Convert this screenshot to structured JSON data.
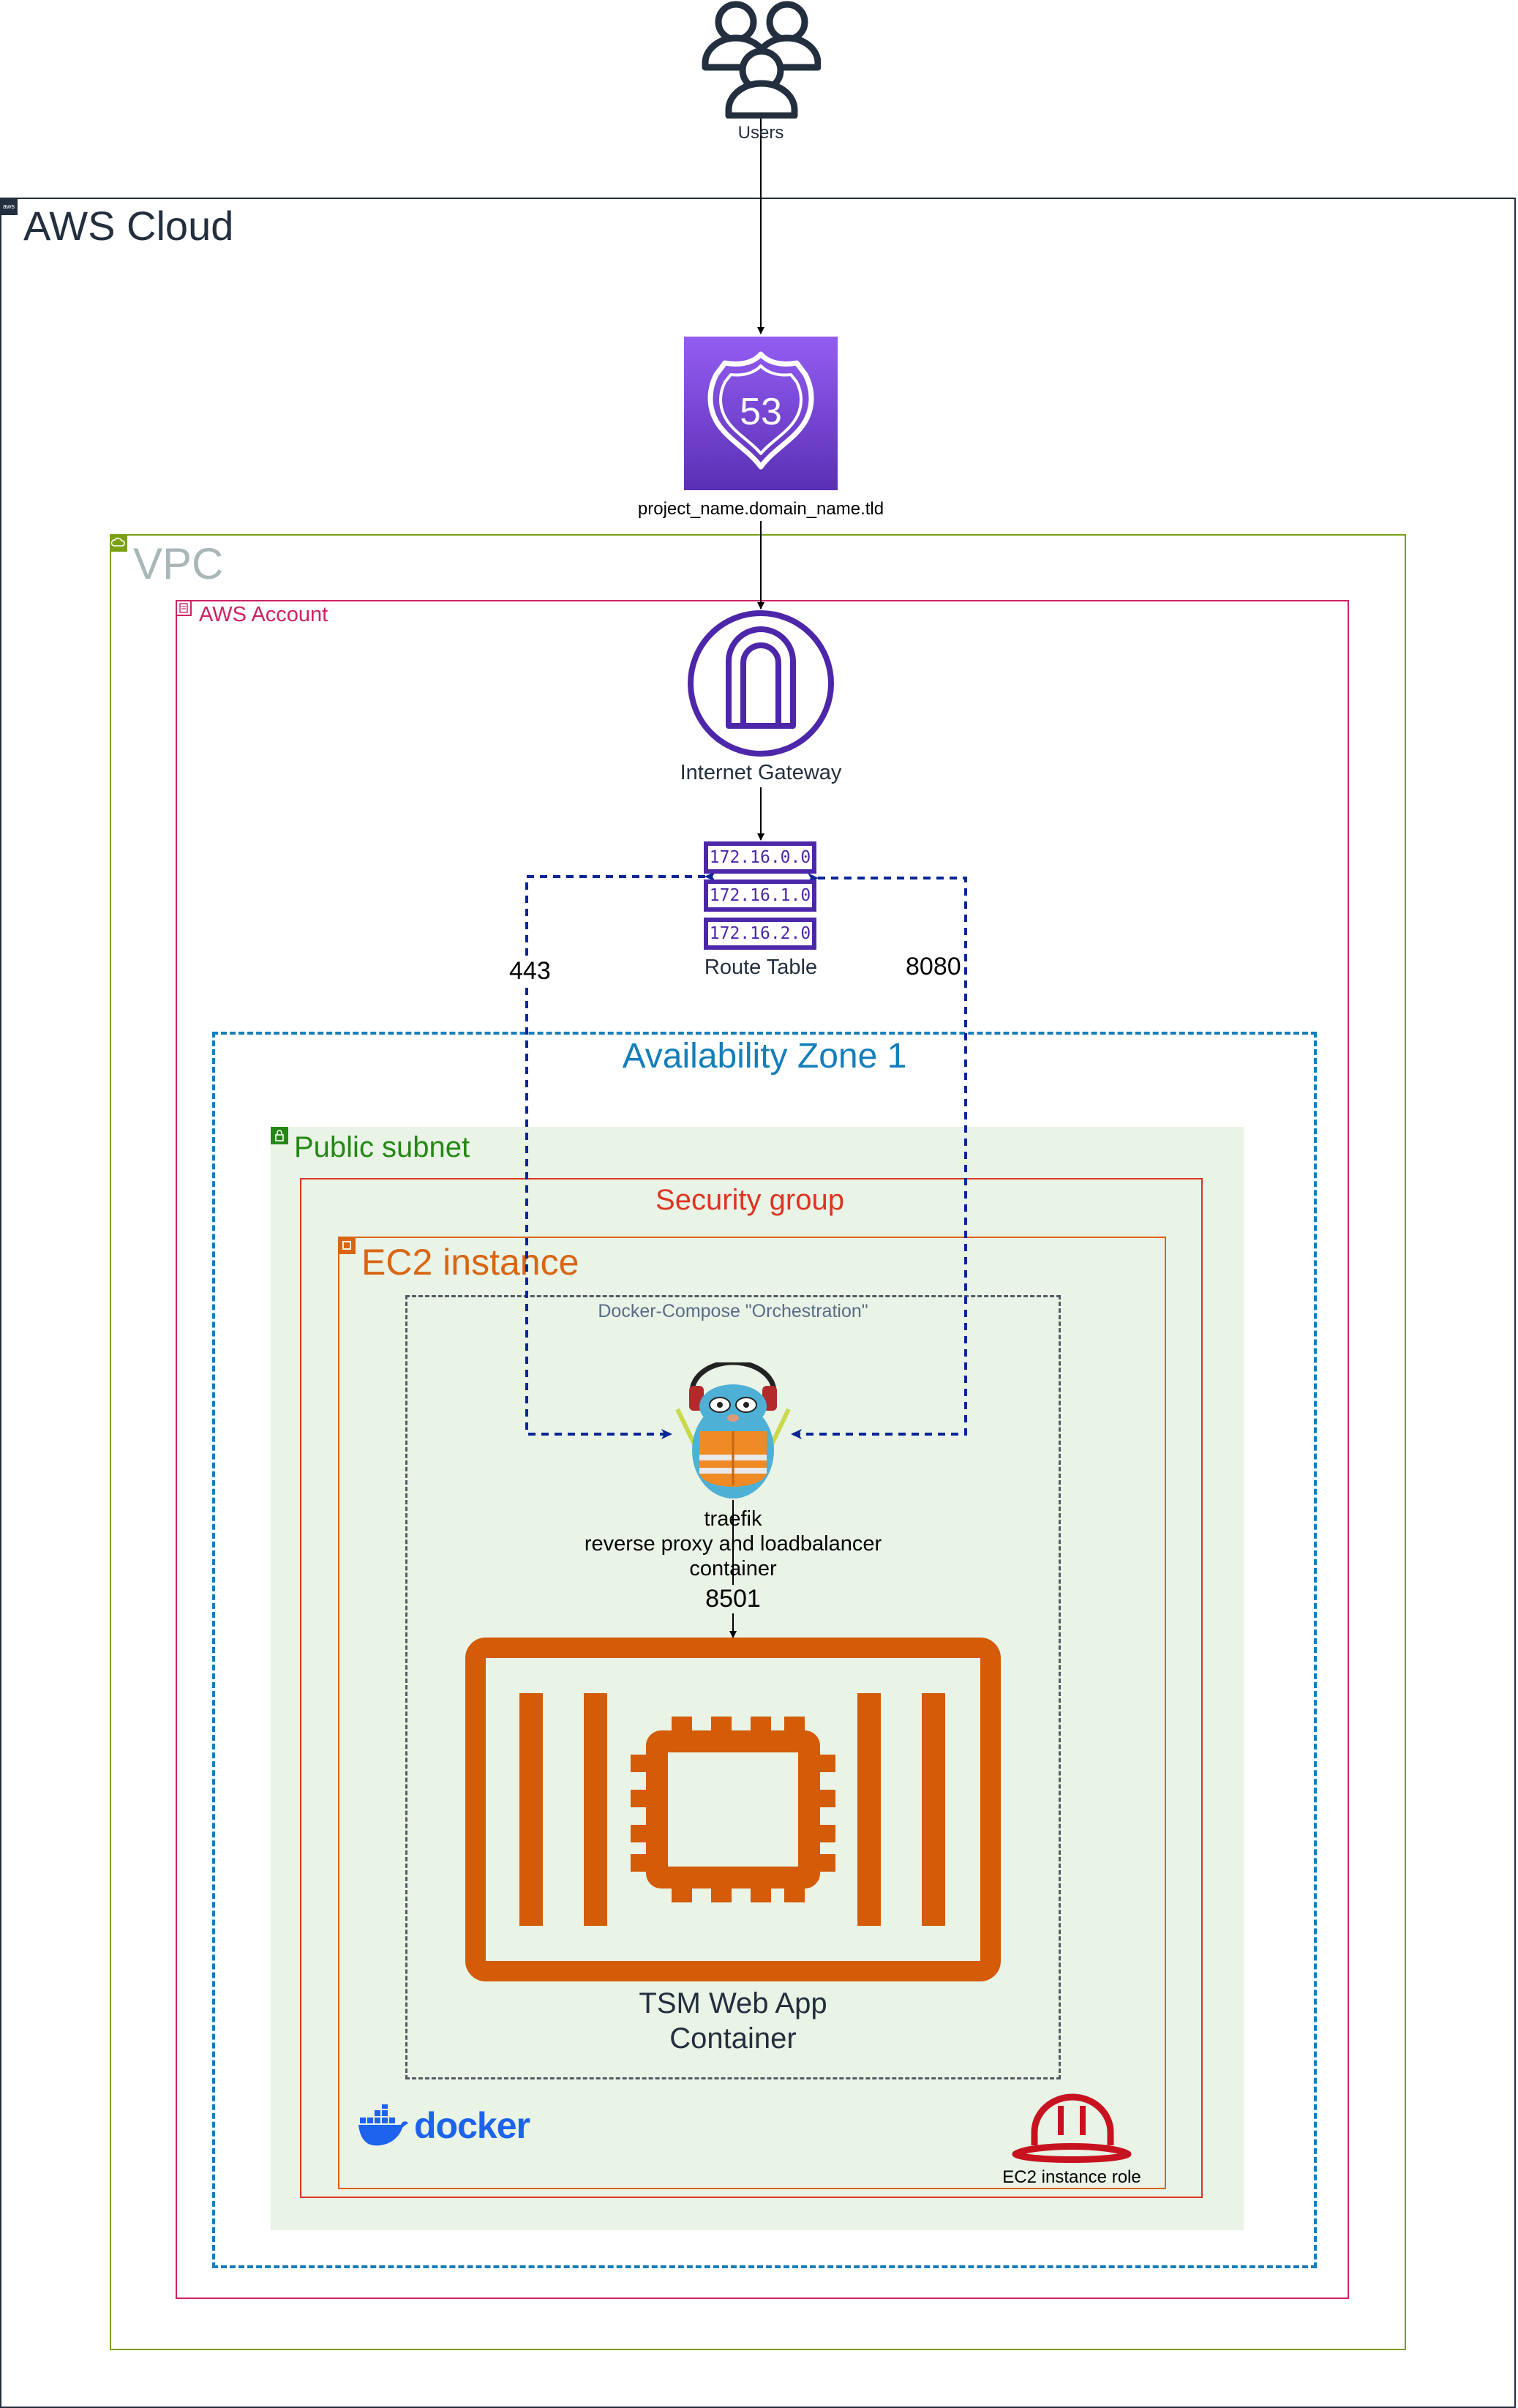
{
  "users": {
    "label": "Users",
    "icon": "users-icon"
  },
  "aws_cloud": {
    "label": "AWS Cloud",
    "icon": "aws-logo-icon"
  },
  "route53": {
    "label": "project_name.domain_name.tld",
    "icon": "route-53-icon",
    "badge": "53",
    "color": "#8c4fff"
  },
  "vpc": {
    "label": "VPC",
    "icon": "vpc-cloud-icon",
    "color": "#7aa116"
  },
  "aws_account": {
    "label": "AWS Account",
    "icon": "account-icon",
    "color": "#cd2264"
  },
  "internet_gateway": {
    "label": "Internet Gateway",
    "icon": "internet-gateway-icon",
    "color": "#4d27aa"
  },
  "route_table": {
    "label": "Route Table",
    "icon": "route-table-icon",
    "entries": [
      "172.16.0.0",
      "172.16.1.0",
      "172.16.2.0"
    ]
  },
  "ports": {
    "left": "443",
    "right": "8080",
    "app": "8501"
  },
  "availability_zone": {
    "label": "Availability Zone 1",
    "color": "#147eba"
  },
  "public_subnet": {
    "label": "Public subnet",
    "icon": "lock-icon",
    "color": "#248814"
  },
  "security_group": {
    "label": "Security group",
    "color": "#dd3522"
  },
  "ec2_instance": {
    "label": "EC2 instance",
    "icon": "ec2-icon",
    "color": "#d86613"
  },
  "orchestration": {
    "label": "Docker-Compose \"Orchestration\""
  },
  "traefik": {
    "icon": "traefik-gopher-icon",
    "line1": "traefik",
    "line2": "reverse proxy and loadbalancer",
    "line3": "container"
  },
  "web_app": {
    "icon": "container-icon",
    "line1": "TSM Web App",
    "line2": "Container",
    "color": "#d45b07"
  },
  "docker": {
    "label": "docker",
    "icon": "docker-logo-icon",
    "color": "#1d63ed"
  },
  "ec2_role": {
    "label": "EC2 instance role",
    "icon": "hard-hat-icon",
    "color": "#c7131f"
  }
}
